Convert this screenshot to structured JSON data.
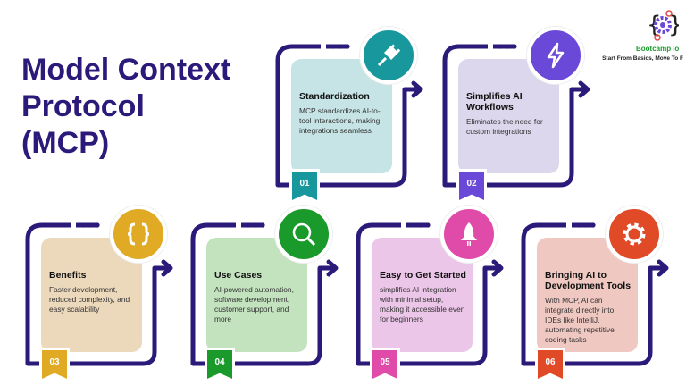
{
  "title": [
    "Model Context",
    "Protocol",
    "(MCP)"
  ],
  "logo": {
    "name": "BootcampTo",
    "tagline": "Start From Basics, Move To F"
  },
  "frame_color": "#2c1a7a",
  "steps": [
    {
      "number": "01",
      "title": "Standardization",
      "text": "MCP standardizes AI-to-tool interactions, making integrations seamless",
      "icon": "plug-icon",
      "accent": "#18979c",
      "bg": "#c6e4e5"
    },
    {
      "number": "02",
      "title": "Simplifies AI Workflows",
      "text": "Eliminates the need for custom integrations",
      "icon": "lightning-bolt-icon",
      "accent": "#6a48d8",
      "bg": "#dcd7ec"
    },
    {
      "number": "03",
      "title": "Benefits",
      "text": "Faster development, reduced complexity, and easy scalability",
      "icon": "curly-braces-icon",
      "accent": "#e0aa25",
      "bg": "#ecd8bb"
    },
    {
      "number": "04",
      "title": "Use Cases",
      "text": "AI-powered automation, software development, customer support, and more",
      "icon": "magnifier-icon",
      "accent": "#1a9a2a",
      "bg": "#c3e2be"
    },
    {
      "number": "05",
      "title": "Easy to Get Started",
      "text": "simplifies AI integration with minimal setup, making it accessible even for beginners",
      "icon": "rocket-icon",
      "accent": "#e04aa8",
      "bg": "#ecc6e8"
    },
    {
      "number": "06",
      "title": "Bringing AI to Development Tools",
      "text": "With MCP, AI can integrate directly into IDEs like IntelliJ, automating repetitive coding tasks",
      "icon": "gear-icon",
      "accent": "#e04a26",
      "bg": "#f0c8c2"
    }
  ]
}
